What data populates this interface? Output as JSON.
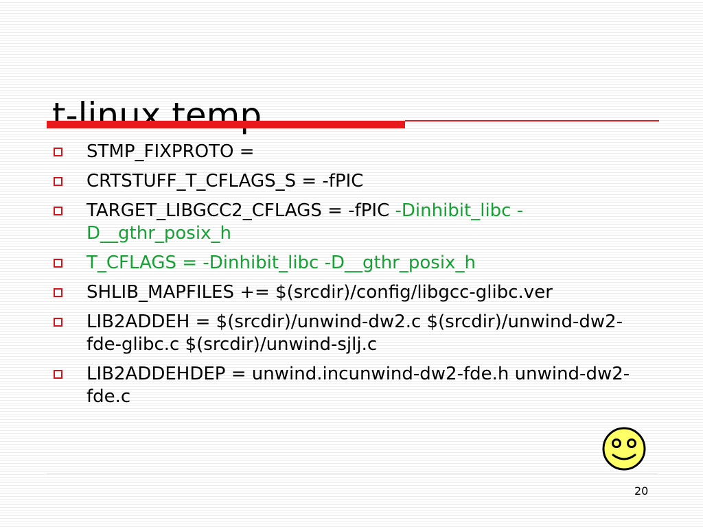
{
  "slide": {
    "title": "t-linux.temp",
    "page_number": "20",
    "bullets": [
      {
        "text": "STMP_FIXPROTO =",
        "green_text": ""
      },
      {
        "text": "CRTSTUFF_T_CFLAGS_S = -fPIC",
        "green_text": ""
      },
      {
        "text": "TARGET_LIBGCC2_CFLAGS = -fPIC ",
        "green_text": "-Dinhibit_libc -D__gthr_posix_h"
      },
      {
        "text": "",
        "green_text": "T_CFLAGS = -Dinhibit_libc -D__gthr_posix_h"
      },
      {
        "text": "SHLIB_MAPFILES += $(srcdir)/config/libgcc-glibc.ver",
        "green_text": ""
      },
      {
        "text": "LIB2ADDEH = $(srcdir)/unwind-dw2.c $(srcdir)/unwind-dw2-fde-glibc.c $(srcdir)/unwind-sjlj.c",
        "green_text": ""
      },
      {
        "text": "LIB2ADDEHDEP = unwind.incunwind-dw2-fde.h unwind-dw2-fde.c",
        "green_text": ""
      }
    ]
  },
  "colors": {
    "accent_red": "#e8191c",
    "bullet_red": "#d0141a",
    "highlight_green": "#17a035",
    "smiley_yellow": "#ffff66"
  },
  "icons": {
    "bullet": "hollow-square-icon",
    "decoration": "smiley-face-icon"
  }
}
